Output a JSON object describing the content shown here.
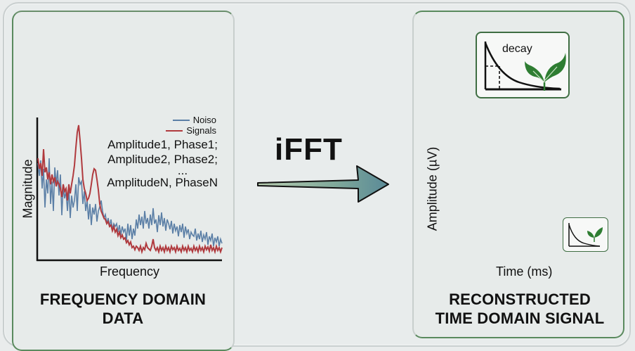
{
  "left_panel": {
    "title_line1": "FREQUENCY DOMAIN",
    "title_line2": "DATA",
    "x_axis_label": "Frequency",
    "y_axis_label": "Magnitude",
    "legend": [
      {
        "label": "Noiso",
        "color": "#5b7fa6"
      },
      {
        "label": "Signals",
        "color": "#b03a3e"
      }
    ],
    "params": [
      "Amplitude1, Phase1;",
      "Amplitude2, Phase2;",
      "...",
      "AmplitudeN, PhaseN"
    ]
  },
  "center": {
    "operation_label": "iFFT",
    "arrow_gradient": [
      "#a9c4a4",
      "#5a8a97"
    ]
  },
  "right_panel": {
    "title_line1": "RECONSTRUCTED",
    "title_line2": "TIME DOMAIN SIGNAL",
    "x_axis_label": "Time (ms)",
    "y_axis_label": "Amplitude (µV)",
    "decay_icon_label": "decay",
    "leaf_color": "#2e7d32"
  },
  "colors": {
    "panel_border": "#5a8a5e",
    "background": "#e8ecec",
    "text": "#111111"
  }
}
